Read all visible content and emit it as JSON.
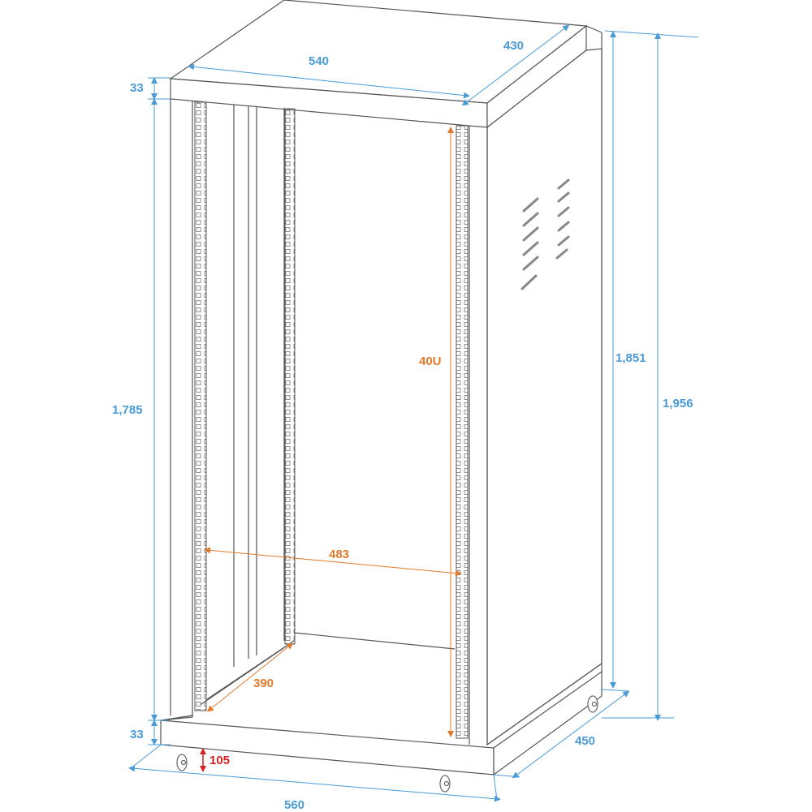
{
  "diagram": {
    "type": "technical-dimension-drawing",
    "subject": "40U rack cabinet on casters",
    "colors": {
      "outline": "#555555",
      "outer_dimension": "#4a9bd6",
      "inner_dimension": "#e07a2c",
      "caster_dimension": "#d62020"
    },
    "dimensions": {
      "top_width": "540",
      "top_depth": "430",
      "top_panel_height": "33",
      "inner_height": "1,785",
      "base_height": "33",
      "caster_height": "105",
      "base_width": "560",
      "base_depth": "450",
      "body_height": "1,851",
      "total_height": "1,956",
      "rack_units": "40U",
      "rail_width": "483",
      "rail_depth": "390"
    }
  }
}
